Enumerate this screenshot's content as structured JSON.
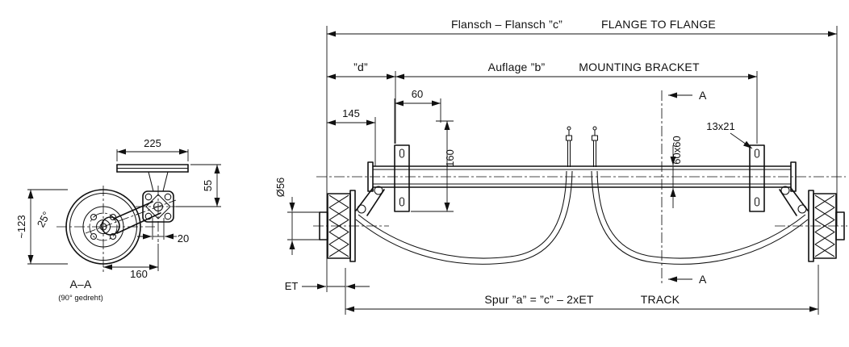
{
  "drawing": {
    "type": "trailer torsion axle technical drawing",
    "colors": {
      "line": "#111111",
      "background": "#ffffff"
    }
  },
  "section_view": {
    "dim_225": "225",
    "dim_123": "~123",
    "angle_25": "25°",
    "dim_55": "55",
    "dim_20": "20",
    "dim_160": "160",
    "title": "A–A",
    "note": "(90° gedreht)"
  },
  "main_view": {
    "flansch_flansch_de": "Flansch – Flansch ”c”",
    "flange_to_flange_en": "FLANGE TO FLANGE",
    "dim_d": "”d”",
    "auflage_de": "Auflage ”b”",
    "mounting_bracket_en": "MOUNTING BRACKET",
    "dim_60": "60",
    "dim_145": "145",
    "dim_160": "160",
    "dim_60x60": "60x60",
    "dim_13x21": "13x21",
    "dia_56": "Ø56",
    "section_a_top": "A",
    "section_a_bottom": "A",
    "dim_et": "ET",
    "spur_de": "Spur ”a” = ”c” – 2xET",
    "track_en": "TRACK"
  }
}
